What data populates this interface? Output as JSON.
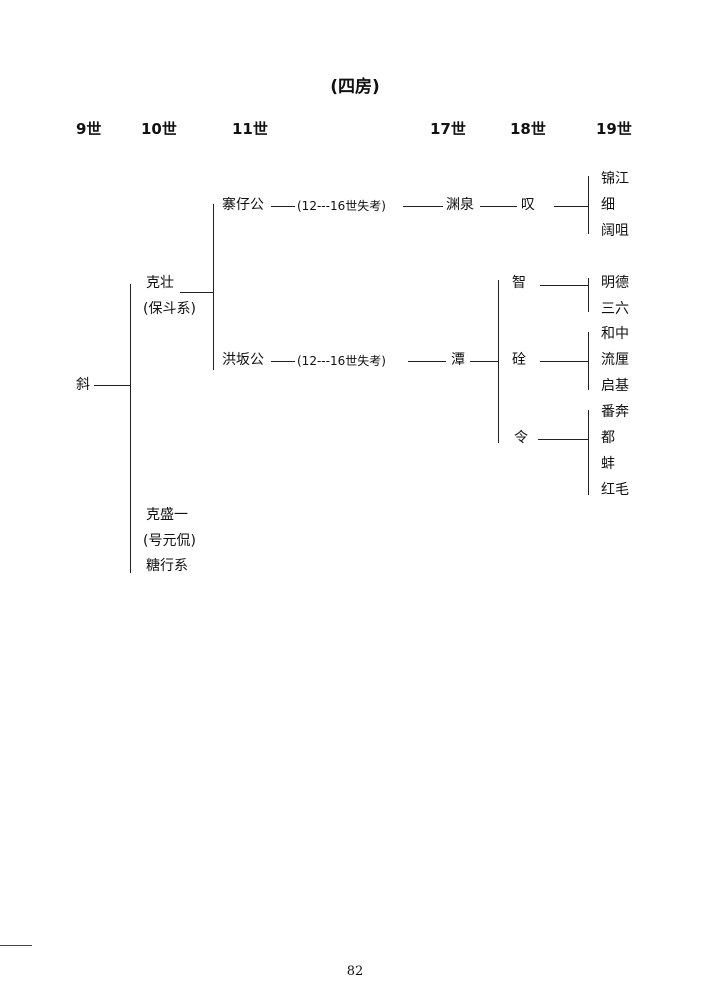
{
  "title": "(四房)",
  "generations": [
    "9世",
    "10世",
    "11世",
    "17世",
    "18世",
    "19世"
  ],
  "root": "斜",
  "gen10": {
    "a_name": "克壮",
    "a_note": "(保斗系)",
    "b_name": "克盛一",
    "b_note": "(号元侃)",
    "b_note2": "糖行系"
  },
  "branch1": {
    "name": "寨仔公",
    "gap": "(12---16世失考)",
    "g17": "渊泉",
    "g18": "叹",
    "g19": [
      "锦江",
      "细",
      "阔咀"
    ]
  },
  "branch2": {
    "name": "洪坂公",
    "gap": "(12---16世失考)",
    "g17": "潭",
    "g18": [
      {
        "name": "智",
        "children": [
          "明德",
          "三六"
        ]
      },
      {
        "name": "硂",
        "children": [
          "和中",
          "流厘",
          "启基"
        ]
      },
      {
        "name": "令",
        "children": [
          "番奔",
          "都",
          "蚌",
          "红毛"
        ]
      }
    ]
  },
  "page_number": "82"
}
